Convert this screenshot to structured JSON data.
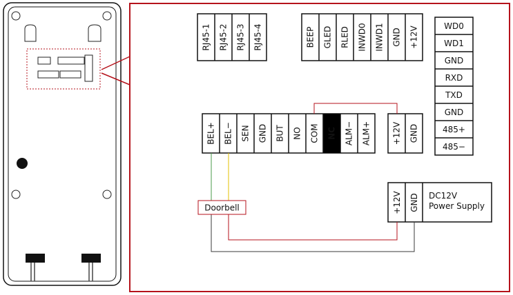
{
  "colors": {
    "frame": "#b5121b",
    "wire_red": "#b5121b",
    "wire_green": "#4a9a4a",
    "wire_yellow": "#e3c200",
    "wire_dark": "#3a3a3a",
    "terminal_active": "#000000"
  },
  "rj45_terminals": [
    "RJ45-1",
    "RJ45-2",
    "RJ45-3",
    "RJ45-4"
  ],
  "signal_terminals": [
    "BEEP",
    "GLED",
    "RLED",
    "INWD0",
    "INWD1",
    "GND",
    "+12V"
  ],
  "wiegand_terminals": [
    "WD0",
    "WD1",
    "GND",
    "RXD",
    "TXD",
    "GND",
    "485+",
    "485−"
  ],
  "lock_terminals": [
    "BEL+",
    "BEL−",
    "SEN",
    "GND",
    "BUT",
    "NO",
    "COM",
    "NC",
    "ALM−",
    "ALM+"
  ],
  "lock_active_terminal": "NC",
  "power_out_terminals": [
    "+12V",
    "GND"
  ],
  "supply": {
    "terminals": [
      "+12V",
      "GND"
    ],
    "label_line1": "DC12V",
    "label_line2": "Power Supply"
  },
  "doorbell_label": "Doorbell"
}
